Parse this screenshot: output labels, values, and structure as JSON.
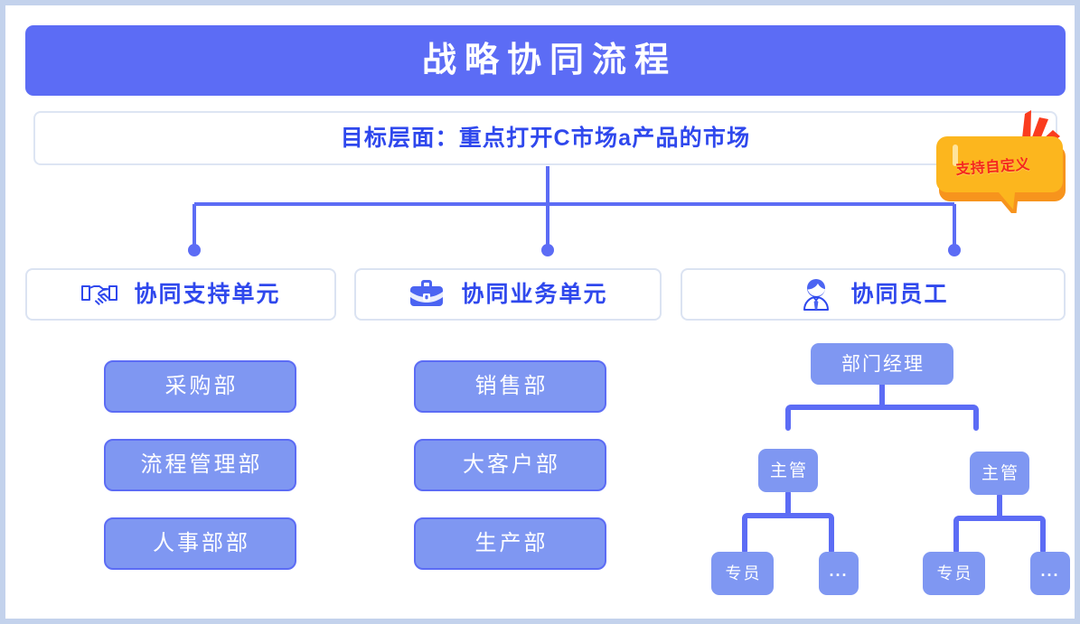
{
  "banner": {
    "title": "战略协同流程",
    "bg_color": "#5c6cf5",
    "text_color": "#ffffff"
  },
  "goal": {
    "text": "目标层面：重点打开C市场a产品的市场",
    "text_color": "#2f48ed"
  },
  "badge": {
    "text": "支持自定义",
    "bubble_color": "#fcb61e",
    "bubble_shadow_color": "#f7941d",
    "text_color": "#f5281e",
    "burst_color": "#fa3c1e",
    "icon": "speech-bubble-badge"
  },
  "columns": [
    {
      "id": "support-unit",
      "icon": "handshake-icon",
      "label": "协同支持单元",
      "departments": [
        "采购部",
        "流程管理部",
        "人事部部"
      ]
    },
    {
      "id": "business-unit",
      "icon": "briefcase-icon",
      "label": "协同业务单元",
      "departments": [
        "销售部",
        "大客户部",
        "生产部"
      ]
    },
    {
      "id": "staff-unit",
      "icon": "employee-person-icon",
      "label": "协同员工",
      "departments": []
    }
  ],
  "org_tree": {
    "manager": "部门经理",
    "supervisors": [
      "主管",
      "主管"
    ],
    "staff": [
      {
        "name": "专员",
        "more": "..."
      },
      {
        "name": "专员",
        "more": "..."
      }
    ]
  },
  "theme": {
    "accent": "#5c6cf5",
    "node_fill": "#7f97f2",
    "node_border": "#5c6cf5",
    "frame_border": "#c3d2ec",
    "card_border": "#dbe3f2",
    "connector": "#5c6cf5"
  }
}
